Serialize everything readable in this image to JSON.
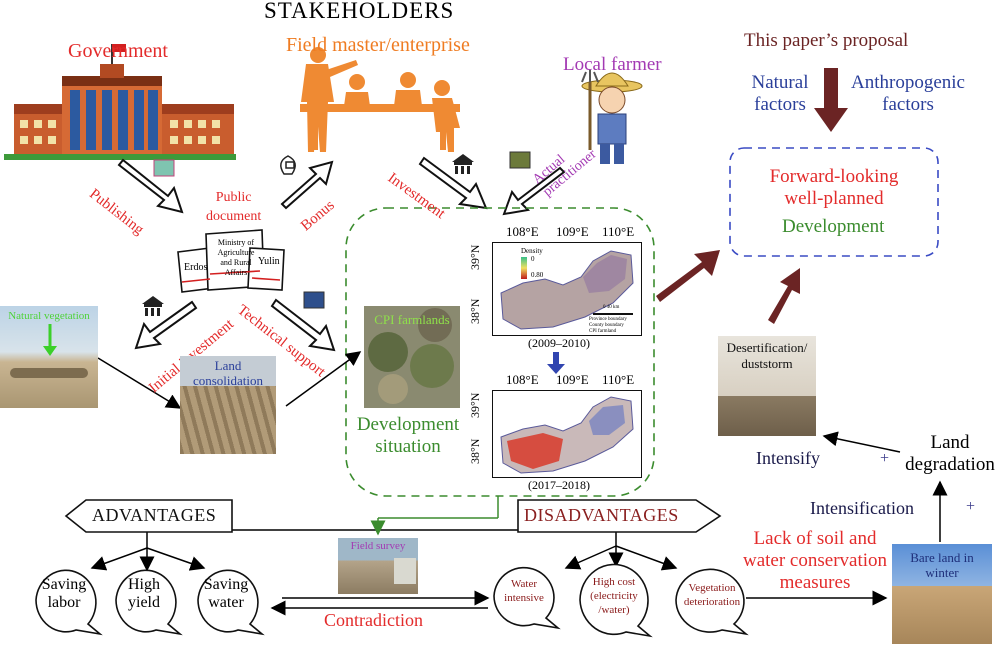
{
  "title": "STAKEHOLDERS",
  "stakeholders": {
    "government": "Government",
    "field_master": "Field master/enterprise",
    "local_farmer": "Local farmer"
  },
  "flows": {
    "publishing": "Publishing",
    "public_document": [
      "Public",
      "document"
    ],
    "bonus": "Bonus",
    "investment": "Investment",
    "actual_practitioner": [
      "Actual",
      "practitioner"
    ],
    "initial_investment": "Initial investment",
    "technical_support": "Technical support"
  },
  "documents": {
    "erdos": "Erdos",
    "ministry": [
      "Ministry of",
      "Agriculture",
      "and Rural",
      "Affairs"
    ],
    "yulin": "Yulin"
  },
  "photos": {
    "natural_vegetation": "Natural vegetation",
    "land_consolidation": [
      "Land",
      "consolidation"
    ],
    "cpi_farmlands": "CPI farmlands",
    "field_survey": "Field survey",
    "desertification": [
      "Desertification/",
      "duststorm"
    ],
    "bare_land": [
      "Bare land in",
      "winter"
    ]
  },
  "development_situation": [
    "Development",
    "situation"
  ],
  "maps": {
    "top_lon": [
      "108°E",
      "109°E",
      "110°E"
    ],
    "lat": [
      "39°N",
      "38°N"
    ],
    "map1_period": "(2009–2010)",
    "map2_period": "(2017–2018)",
    "legend_title": "Density",
    "legend_min": "0",
    "legend_max": "0.80",
    "scale_label": "0   40 km",
    "legend_items": [
      "Province boundary",
      "County boundary",
      "CPI farmland"
    ]
  },
  "proposal": {
    "title": "This paper’s proposal",
    "natural": [
      "Natural",
      "factors"
    ],
    "anthropogenic": [
      "Anthropogenic",
      "factors"
    ],
    "forward": [
      "Forward-looking",
      "well-planned"
    ],
    "development": "Development"
  },
  "degradation": {
    "intensify": "Intensify",
    "plus": "+",
    "land_degradation": [
      "Land",
      "degradation"
    ],
    "intensification": "Intensification",
    "lack": [
      "Lack of soil and",
      "water conservation",
      "measures"
    ]
  },
  "advantages": {
    "header": "ADVANTAGES",
    "items": [
      [
        "Saving",
        "labor"
      ],
      [
        "High",
        "yield"
      ],
      [
        "Saving",
        "water"
      ]
    ]
  },
  "disadvantages": {
    "header": "DISADVANTAGES",
    "items": [
      [
        "Water",
        "intensive"
      ],
      [
        "High cost",
        "(electricity",
        "/water)"
      ],
      [
        "Vegetation",
        "deterioration"
      ]
    ]
  },
  "contradiction": "Contradiction"
}
